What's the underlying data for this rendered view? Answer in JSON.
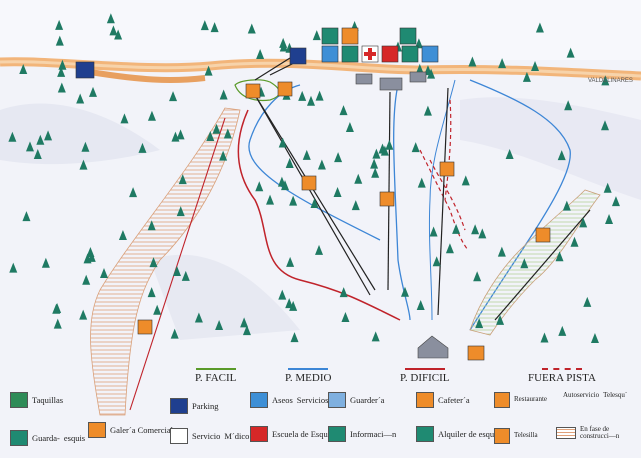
{
  "map": {
    "road_label": "VALDELINARES"
  },
  "route_legend": [
    {
      "label": "P. FACIL",
      "color": "#5a9a2a",
      "style": "solid"
    },
    {
      "label": "P. MEDIO",
      "color": "#3d86d6",
      "style": "solid"
    },
    {
      "label": "P. DIFICIL",
      "color": "#c0232b",
      "style": "solid"
    },
    {
      "label": "FUERA PISTA",
      "color": "#c0232b",
      "style": "dashed"
    }
  ],
  "legend": {
    "taquillas": "Taquillas",
    "parking": "Parking",
    "aseos": "Aseos",
    "servicios": "Servicios",
    "guarderia": "Guarder´a",
    "cafeteria": "Cafeter´a",
    "restaurante": "Restaurante",
    "autoservicio": "Autoservicio",
    "telesqui": "Telesqu´",
    "guarda_esquis": "Guarda-",
    "guarda_esquis_2": "esquis",
    "galeria_comercial": "Galer´a Comercial",
    "servicio_medico": "Servicio",
    "servicio_medico_2": "M´dico",
    "escuela": "Escuela de Esqu´",
    "informacion": "Informaci—n",
    "alquiler": "Alquiler de esquis",
    "telesilla": "Telesilla",
    "en_fase": "En fase de construcci—n"
  },
  "colors": {
    "green_icon": "#2e8b57",
    "navy_icon": "#1f3f8f",
    "blue_icon": "#3e8fd6",
    "orange_icon": "#ee8c2a",
    "red_icon": "#d62828",
    "teal_icon": "#1f8a72"
  }
}
